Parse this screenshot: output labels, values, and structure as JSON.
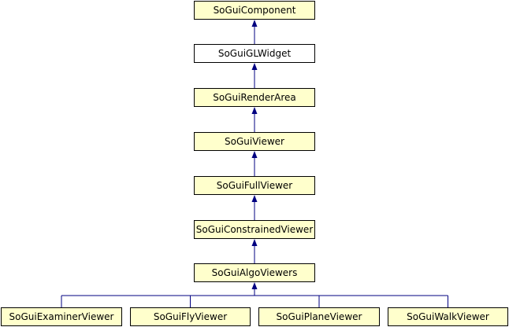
{
  "nodes": {
    "so_gui_component": "SoGuiComponent",
    "so_gui_gl_widget": "SoGuiGLWidget",
    "so_gui_render_area": "SoGuiRenderArea",
    "so_gui_viewer": "SoGuiViewer",
    "so_gui_full_viewer": "SoGuiFullViewer",
    "so_gui_constrained_viewer": "SoGuiConstrainedViewer",
    "so_gui_algo_viewers": "SoGuiAlgoViewers",
    "so_gui_examiner_viewer": "SoGuiExaminerViewer",
    "so_gui_fly_viewer": "SoGuiFlyViewer",
    "so_gui_plane_viewer": "SoGuiPlaneViewer",
    "so_gui_walk_viewer": "SoGuiWalkViewer"
  },
  "edges": [
    [
      "so_gui_gl_widget",
      "so_gui_component"
    ],
    [
      "so_gui_render_area",
      "so_gui_gl_widget"
    ],
    [
      "so_gui_viewer",
      "so_gui_render_area"
    ],
    [
      "so_gui_full_viewer",
      "so_gui_viewer"
    ],
    [
      "so_gui_constrained_viewer",
      "so_gui_full_viewer"
    ],
    [
      "so_gui_algo_viewers",
      "so_gui_constrained_viewer"
    ],
    [
      "so_gui_examiner_viewer",
      "so_gui_algo_viewers"
    ],
    [
      "so_gui_fly_viewer",
      "so_gui_algo_viewers"
    ],
    [
      "so_gui_plane_viewer",
      "so_gui_algo_viewers"
    ],
    [
      "so_gui_walk_viewer",
      "so_gui_algo_viewers"
    ]
  ],
  "colors": {
    "node_fill": "#ffffcc",
    "current_node_fill": "#ffffff",
    "border": "#000000",
    "edge": "#000080"
  }
}
